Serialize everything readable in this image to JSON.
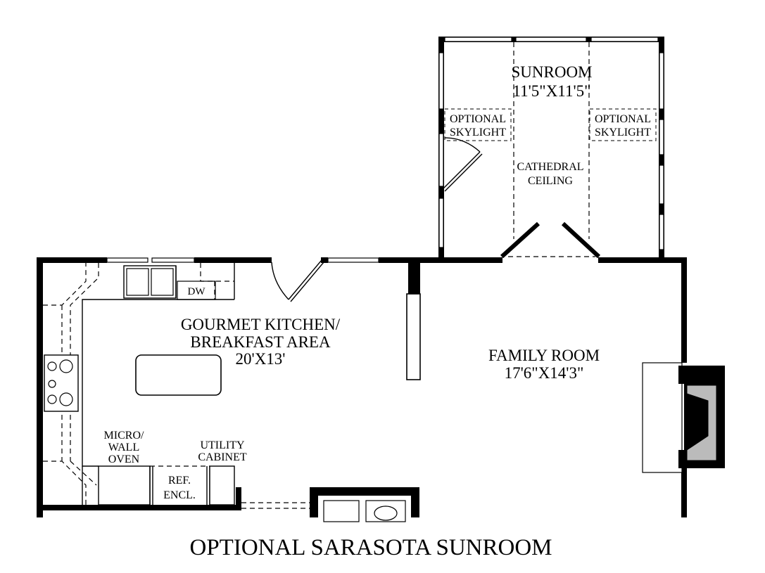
{
  "rooms": {
    "sunroom": {
      "name": "SUNROOM",
      "dims": "11'5\"X11'5\""
    },
    "kitchen": {
      "name_line1": "GOURMET KITCHEN/",
      "name_line2": "BREAKFAST AREA",
      "dims": "20'X13'"
    },
    "family": {
      "name": "FAMILY ROOM",
      "dims": "17'6\"X14'3\""
    }
  },
  "labels": {
    "skylight_left_1": "OPTIONAL",
    "skylight_left_2": "SKYLIGHT",
    "skylight_right_1": "OPTIONAL",
    "skylight_right_2": "SKYLIGHT",
    "ceiling_1": "CATHEDRAL",
    "ceiling_2": "CEILING",
    "dw": "DW",
    "micro_1": "MICRO/",
    "micro_2": "WALL",
    "micro_3": "OVEN",
    "utility_1": "UTILITY",
    "utility_2": "CABINET",
    "ref_1": "REF.",
    "ref_2": "ENCL."
  },
  "caption": "OPTIONAL SARASOTA SUNROOM"
}
